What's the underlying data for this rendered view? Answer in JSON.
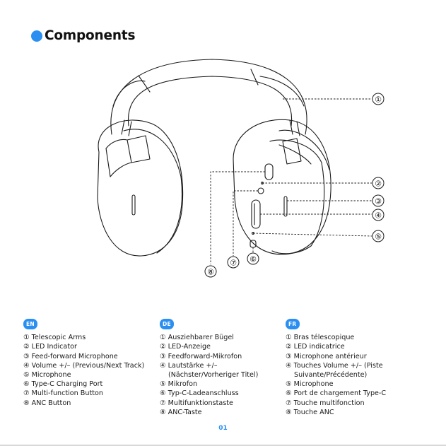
{
  "heading": {
    "title": "Components"
  },
  "callouts": [
    "①",
    "②",
    "③",
    "④",
    "⑤",
    "⑥",
    "⑦",
    "⑧"
  ],
  "languages": [
    {
      "code": "EN",
      "items": [
        [
          "① Telescopic Arms"
        ],
        [
          "② LED Indicator"
        ],
        [
          "③ Feed-forward Microphone"
        ],
        [
          "④ Volume +/– (Previous/Next Track)"
        ],
        [
          "⑤ Microphone"
        ],
        [
          "⑥ Type-C Charging Port"
        ],
        [
          "⑦ Multi-function Button"
        ],
        [
          "⑧ ANC Button"
        ]
      ]
    },
    {
      "code": "DE",
      "items": [
        [
          "① Ausziehbarer Bügel"
        ],
        [
          "② LED-Anzeige"
        ],
        [
          "③ Feedforward-Mikrofon"
        ],
        [
          "④ Lautstärke +/–",
          "(Nächster/Vorheriger Titel)"
        ],
        [
          "⑤ Mikrofon"
        ],
        [
          "⑥ Typ-C-Ladeanschluss"
        ],
        [
          "⑦ Multifunktionstaste"
        ],
        [
          "⑧ ANC-Taste"
        ]
      ]
    },
    {
      "code": "FR",
      "items": [
        [
          "① Bras télescopique"
        ],
        [
          "② LED indicatrice"
        ],
        [
          "③ Microphone antérieur"
        ],
        [
          "④ Touches Volume +/– (Piste",
          "Suivante/Précédente)"
        ],
        [
          "⑤ Microphone"
        ],
        [
          "⑥ Port de chargement Type-C"
        ],
        [
          "⑦ Touche multifonction"
        ],
        [
          "⑧ Touche ANC"
        ]
      ]
    }
  ],
  "page": {
    "number": "01"
  },
  "colors": {
    "accent": "#2b8ff2",
    "line": "#1a1a1a"
  }
}
